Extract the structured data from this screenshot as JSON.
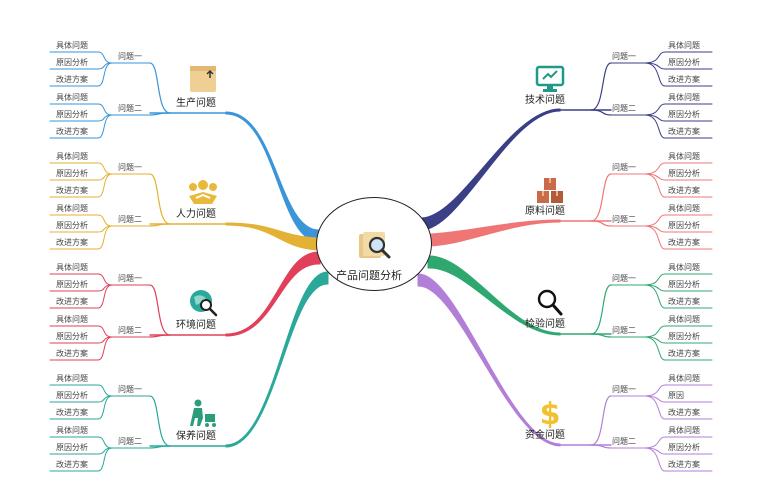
{
  "center": {
    "title": "产品问题分析",
    "icon": "magnifier-on-folder-icon"
  },
  "branches": [
    {
      "key": "production",
      "title": "生产问题",
      "color": "#3a95d9",
      "icon": "box-icon",
      "groups": [
        {
          "label": "问题一",
          "items": [
            "具体问题",
            "原因分析",
            "改进方案"
          ]
        },
        {
          "label": "问题二",
          "items": [
            "具体问题",
            "原因分析",
            "改进方案"
          ]
        }
      ]
    },
    {
      "key": "manpower",
      "title": "人力问题",
      "color": "#e3b234",
      "icon": "team-icon",
      "groups": [
        {
          "label": "问题一",
          "items": [
            "具体问题",
            "原因分析",
            "改进方案"
          ]
        },
        {
          "label": "问题二",
          "items": [
            "具体问题",
            "原因分析",
            "改进方案"
          ]
        }
      ]
    },
    {
      "key": "environment",
      "title": "环境问题",
      "color": "#e0405a",
      "icon": "globe-search-icon",
      "groups": [
        {
          "label": "问题一",
          "items": [
            "具体问题",
            "原因分析",
            "改进方案"
          ]
        },
        {
          "label": "问题二",
          "items": [
            "具体问题",
            "原因分析",
            "改进方案"
          ]
        }
      ]
    },
    {
      "key": "maintenance",
      "title": "保养问题",
      "color": "#2aa89a",
      "icon": "worker-cart-icon",
      "groups": [
        {
          "label": "问题一",
          "items": [
            "具体问题",
            "原因分析",
            "改进方案"
          ]
        },
        {
          "label": "问题二",
          "items": [
            "具体问题",
            "原因分析",
            "改进方案"
          ]
        }
      ]
    },
    {
      "key": "technical",
      "title": "技术问题",
      "color": "#3a3f86",
      "icon": "monitor-icon",
      "groups": [
        {
          "label": "问题一",
          "items": [
            "具体问题",
            "原因分析",
            "改进方案"
          ]
        },
        {
          "label": "问题二",
          "items": [
            "具体问题",
            "原因分析",
            "改进方案"
          ]
        }
      ]
    },
    {
      "key": "material",
      "title": "原料问题",
      "color": "#f07575",
      "icon": "boxes-icon",
      "groups": [
        {
          "label": "问题一",
          "items": [
            "具体问题",
            "原因分析",
            "改进方案"
          ]
        },
        {
          "label": "问题二",
          "items": [
            "具体问题",
            "原因分析",
            "改进方案"
          ]
        }
      ]
    },
    {
      "key": "inspection",
      "title": "检验问题",
      "color": "#2fa870",
      "icon": "magnifier-icon",
      "groups": [
        {
          "label": "问题一",
          "items": [
            "具体问题",
            "原因分析",
            "改进方案"
          ]
        },
        {
          "label": "问题二",
          "items": [
            "具体问题",
            "原因分析",
            "改进方案"
          ]
        }
      ]
    },
    {
      "key": "funding",
      "title": "资金问题",
      "color": "#b27fd8",
      "icon": "dollar-icon",
      "groups": [
        {
          "label": "问题一",
          "items": [
            "具体问题",
            "原因",
            "改进方案"
          ]
        },
        {
          "label": "问题二",
          "items": [
            "具体问题",
            "原因分析",
            "改进方案"
          ]
        }
      ]
    }
  ]
}
